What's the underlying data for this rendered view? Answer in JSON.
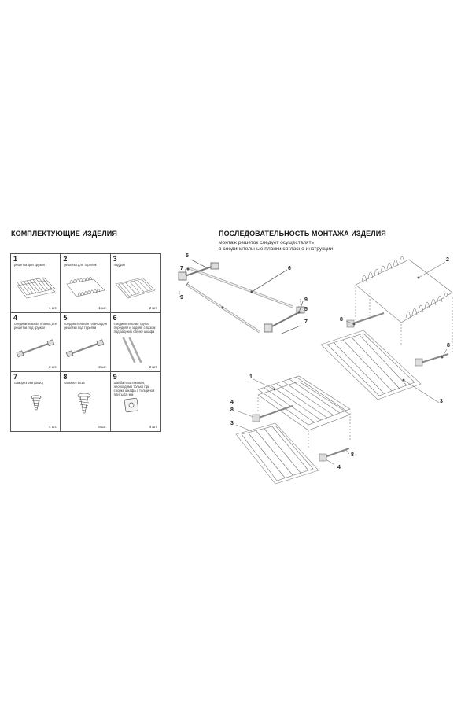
{
  "left_section": {
    "title": "КОМПЛЕКТУЮЩИЕ ИЗДЕЛИЯ",
    "parts": [
      {
        "num": "1",
        "label": "решетка для кружек",
        "qty": "1 шт.",
        "icon": "cup-rack-icon"
      },
      {
        "num": "2",
        "label": "решетка для тарелок",
        "qty": "1 шт.",
        "icon": "plate-rack-icon"
      },
      {
        "num": "3",
        "label": "поддон",
        "qty": "2 шт.",
        "icon": "tray-icon"
      },
      {
        "num": "4",
        "label": "соединительная планка для решетки под кружки",
        "qty": "2 шт.",
        "icon": "connecting-bar-icon"
      },
      {
        "num": "5",
        "label": "соединительная планка для решетки под тарелки",
        "qty": "2 шт.",
        "icon": "connecting-bar-plates-icon"
      },
      {
        "num": "6",
        "label": "соединительная труба, передняя и задняя с пазом под заднюю стенку шкафа",
        "qty": "2 шт.",
        "icon": "tubes-icon"
      },
      {
        "num": "7",
        "label": "саморез 3х8 (3х10)",
        "qty": "4 шт.",
        "icon": "screw-small-icon"
      },
      {
        "num": "8",
        "label": "саморез 5х16",
        "qty": "8 шт.",
        "icon": "screw-large-icon"
      },
      {
        "num": "9",
        "label": "шайба пластиковая, необходимо только при сборке шкафа с толщиной плиты 16 мм",
        "qty": "4 шт.",
        "icon": "plastic-washer-icon"
      }
    ]
  },
  "right_section": {
    "title": "ПОСЛЕДОВАТЕЛЬНОСТЬ МОНТАЖА ИЗДЕЛИЯ",
    "subtitle_line1": "монтаж решеток следует осуществлять",
    "subtitle_line2": "в соединительные планки согласно инструкции"
  },
  "diagram_callouts": {
    "d1": [
      "5",
      "7",
      "9",
      "6",
      "9",
      "5",
      "7"
    ],
    "d2": [
      "2",
      "8",
      "8",
      "3"
    ],
    "d3": [
      "1",
      "4",
      "8",
      "3",
      "8",
      "4"
    ]
  }
}
